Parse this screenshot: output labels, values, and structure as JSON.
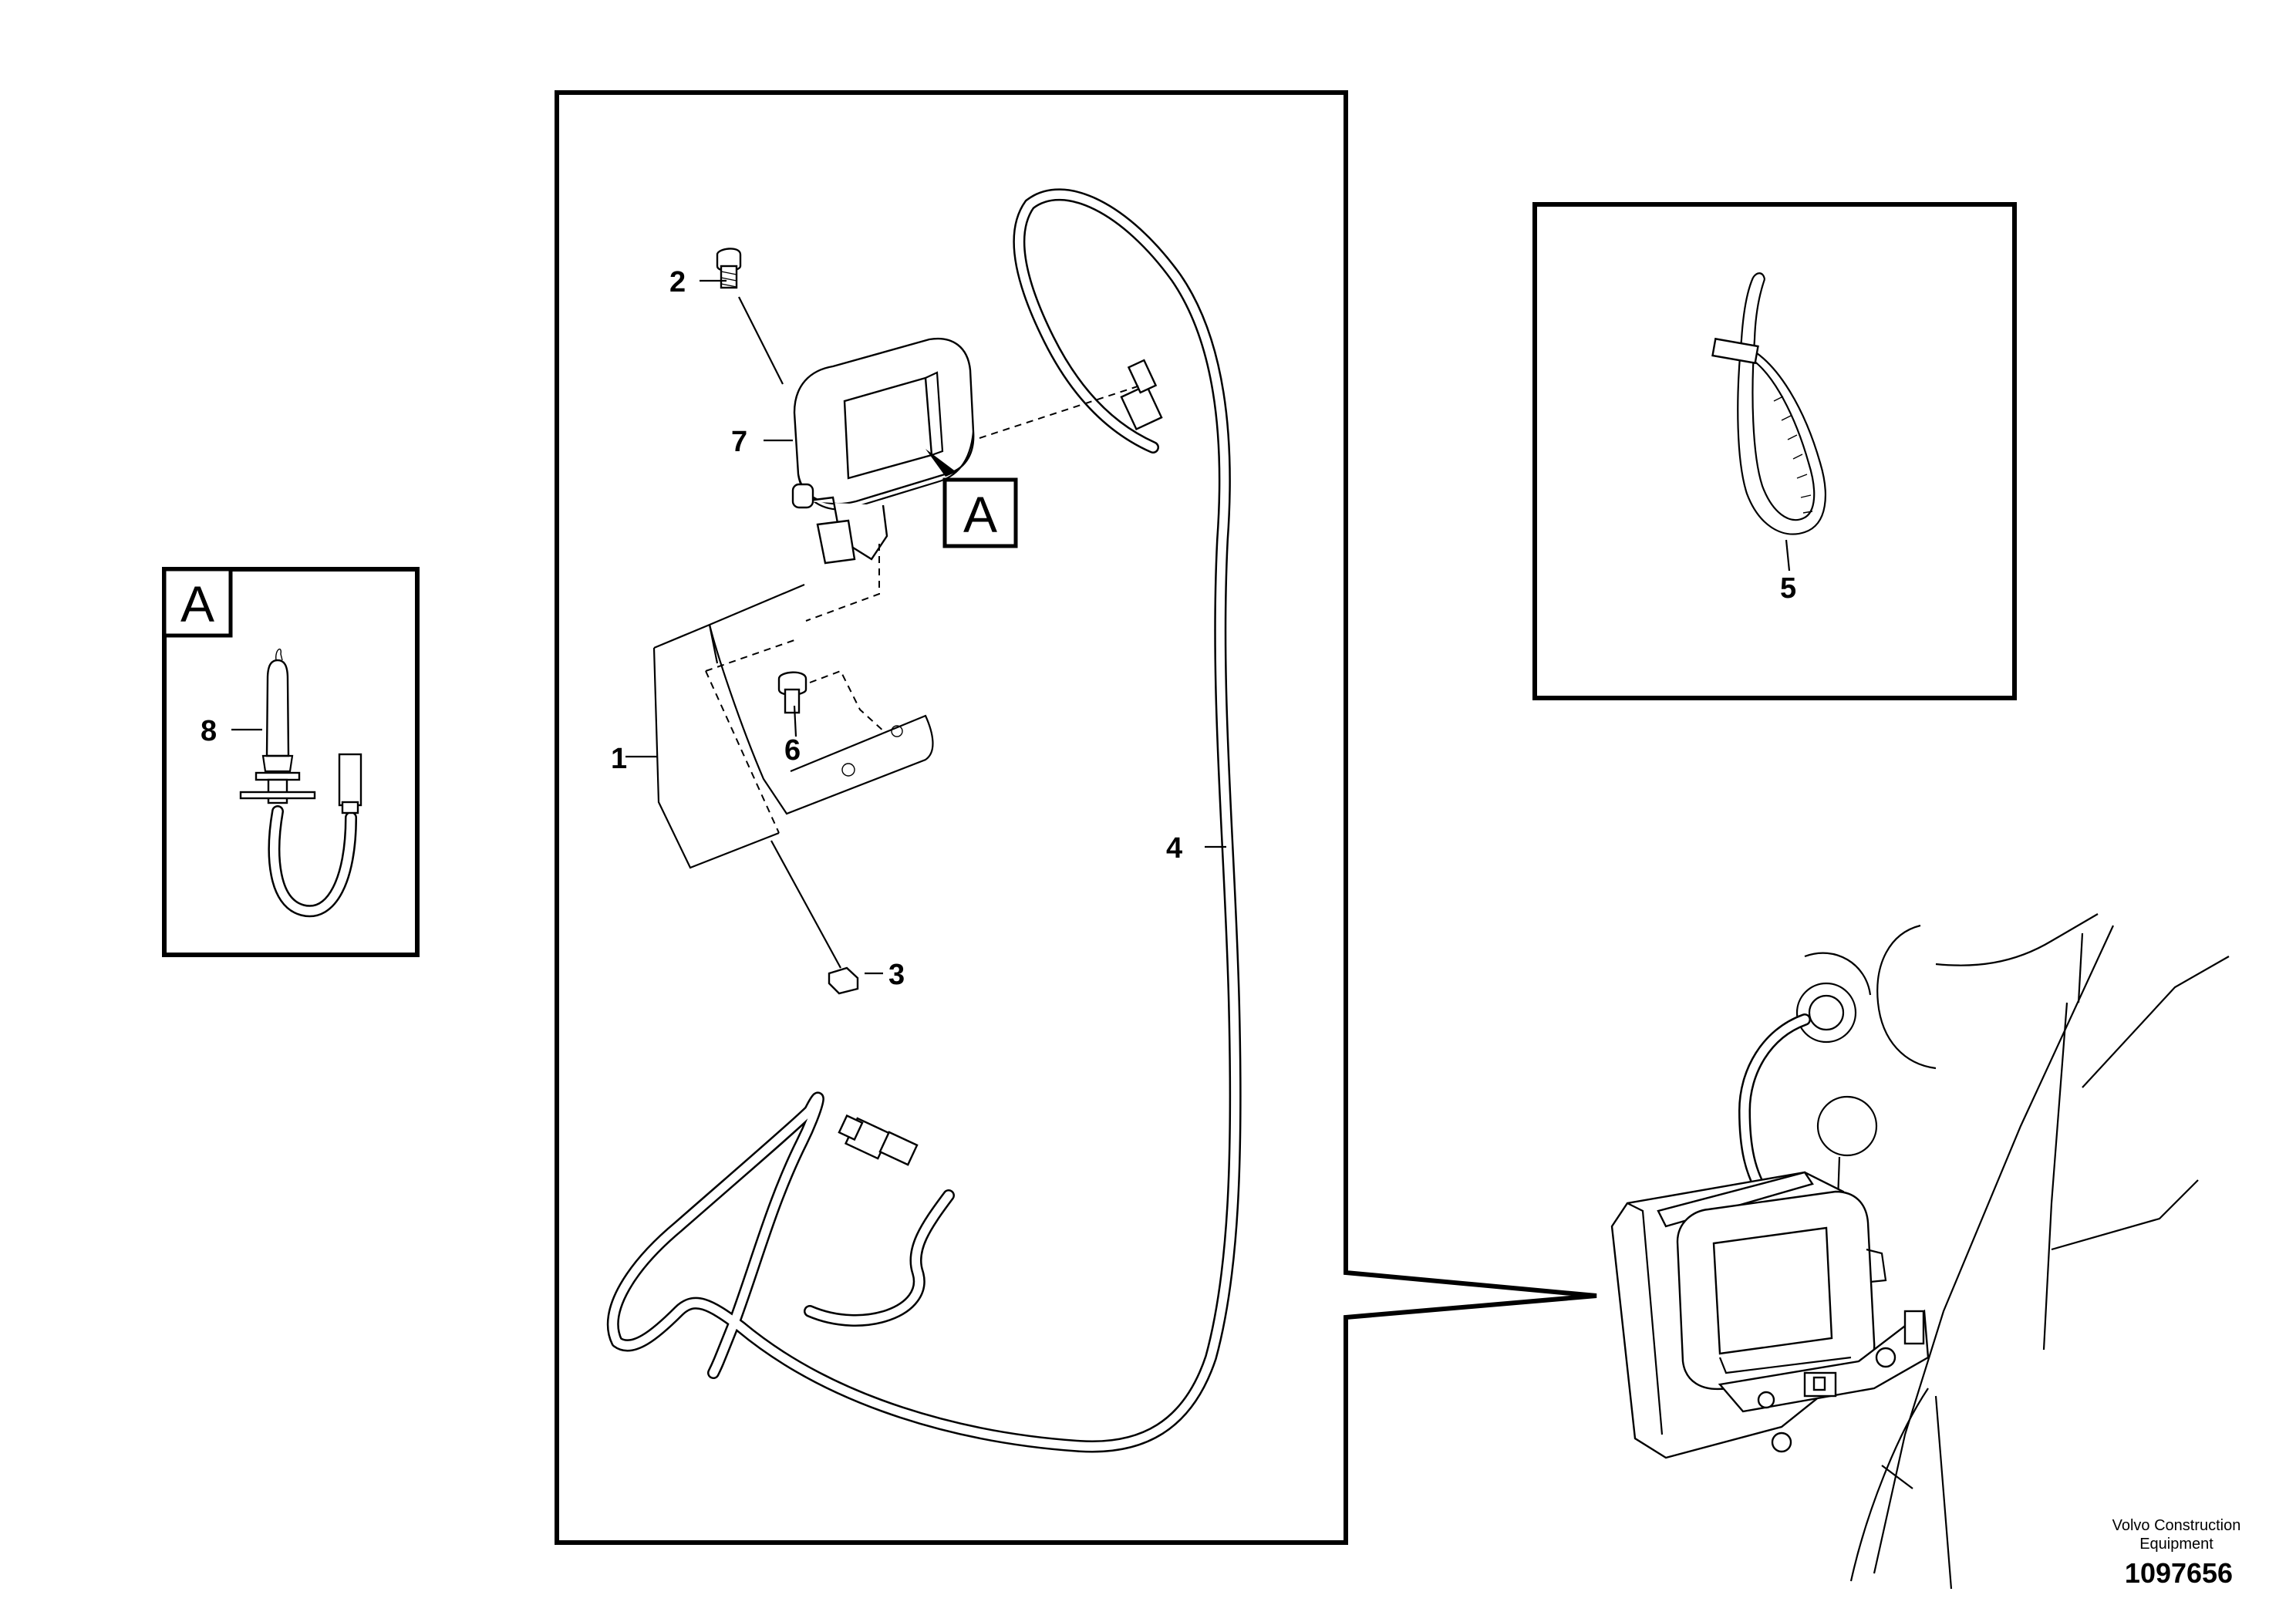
{
  "callouts": [
    {
      "id": "1",
      "text": "1"
    },
    {
      "id": "2",
      "text": "2"
    },
    {
      "id": "3",
      "text": "3"
    },
    {
      "id": "4",
      "text": "4"
    },
    {
      "id": "5",
      "text": "5"
    },
    {
      "id": "6",
      "text": "6"
    },
    {
      "id": "7",
      "text": "7"
    },
    {
      "id": "8",
      "text": "8"
    }
  ],
  "detail_marker": "A",
  "detail_box_title": "A",
  "brand": {
    "line1": "Volvo Construction",
    "line2": "Equipment"
  },
  "document_number": "1097656"
}
